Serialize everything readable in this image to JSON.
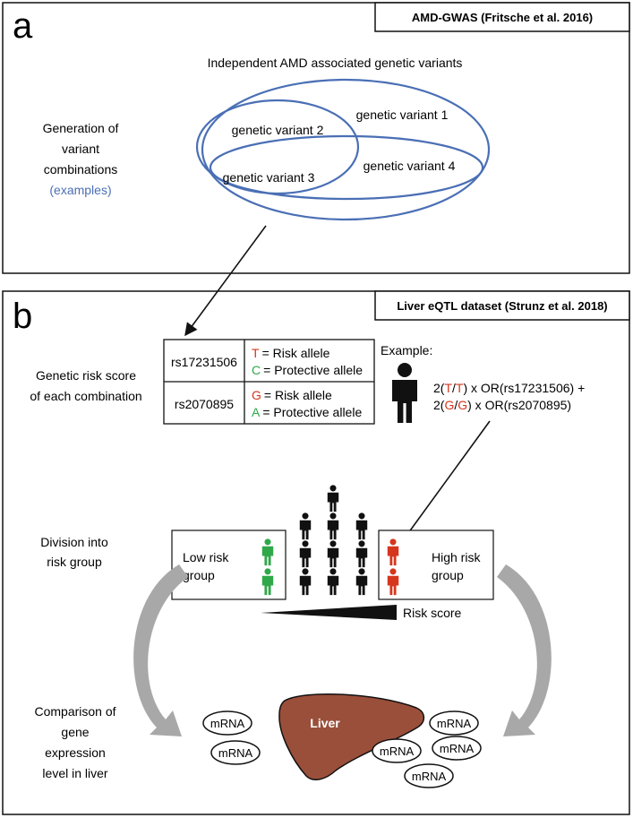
{
  "panel_a": {
    "letter": "a",
    "source_title": "AMD-GWAS (Fritsche et al. 2016)",
    "heading": "Independent AMD associated genetic variants",
    "side_label": [
      "Generation of",
      "variant",
      "combinations"
    ],
    "side_note": "(examples)",
    "variants": [
      "genetic variant 1",
      "genetic variant 2",
      "genetic variant 3",
      "genetic variant 4"
    ]
  },
  "panel_b": {
    "letter": "b",
    "source_title": "Liver eQTL dataset (Strunz et al. 2018)",
    "step_grs": [
      "Genetic risk score",
      "of each combination"
    ],
    "step_division": [
      "Division into",
      "risk group"
    ],
    "step_comparison": [
      "Comparison of",
      "gene",
      "expression",
      "level in liver"
    ],
    "snp_table": [
      {
        "snp": "rs17231506",
        "risk_letter": "T",
        "risk_text": "= Risk allele",
        "prot_letter": "C",
        "prot_text": "= Protective allele"
      },
      {
        "snp": "rs2070895",
        "risk_letter": "G",
        "risk_text": "= Risk allele",
        "prot_letter": "A",
        "prot_text": "= Protective allele"
      }
    ],
    "example": {
      "label": "Example:",
      "line1": {
        "pre": "2(",
        "a1": "T",
        "slash": "/",
        "a2": "T",
        "post": ") x OR(rs17231506) +"
      },
      "line2": {
        "pre": "2(",
        "a1": "G",
        "slash": "/",
        "a2": "G",
        "post": ") x OR(rs2070895)"
      }
    },
    "low_group": [
      "Low risk",
      "group"
    ],
    "high_group": [
      "High risk",
      "group"
    ],
    "risk_score_label": "Risk score",
    "liver_label": "Liver",
    "mrna_label": "mRNA"
  },
  "colors": {
    "blue": "#4a6fb5",
    "red": "#d6361d",
    "green": "#2fa84a",
    "liver": "#9a4f3a",
    "gray_arrow": "#a8a8a8"
  }
}
